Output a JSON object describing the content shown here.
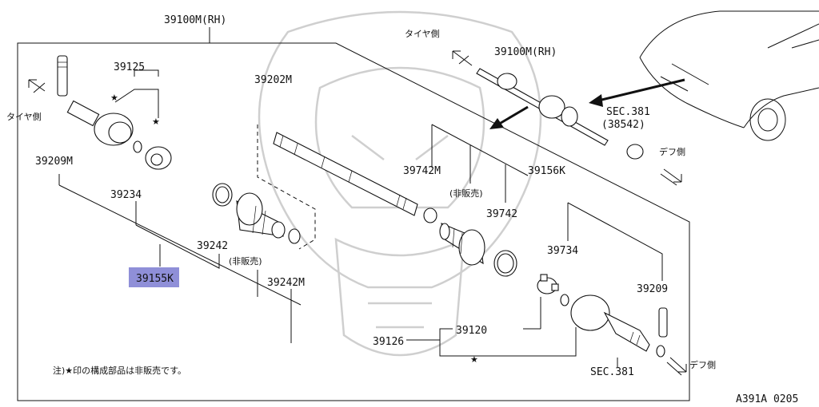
{
  "diagram": {
    "assembly_rh": "39100M(RH)",
    "car_assembly_rh": "39100M(RH)",
    "tire_side": "タイヤ側",
    "tire_side_top": "タイヤ側",
    "diff_side_right": "デフ側",
    "diff_side_bottom": "デフ側",
    "sec_381_top": "SEC.381",
    "sec_38542": "(38542)",
    "sec_381_bottom": "SEC.381",
    "not_sold_1": "(非販売)",
    "not_sold_2": "(非販売)",
    "note": "注)★印の構成部品は非販売です。",
    "figure_code": "A391A 0205",
    "highlight_color": "#8f8fd8",
    "parts": {
      "p39125": "39125",
      "p39209M": "39209M",
      "p39234": "39234",
      "p39155K": "39155K",
      "p39202M": "39202M",
      "p39242": "39242",
      "p39242M": "39242M",
      "p39742M": "39742M",
      "p39742": "39742",
      "p39156K": "39156K",
      "p39734": "39734",
      "p39209": "39209",
      "p39120": "39120",
      "p39126": "39126"
    },
    "star": "★"
  }
}
